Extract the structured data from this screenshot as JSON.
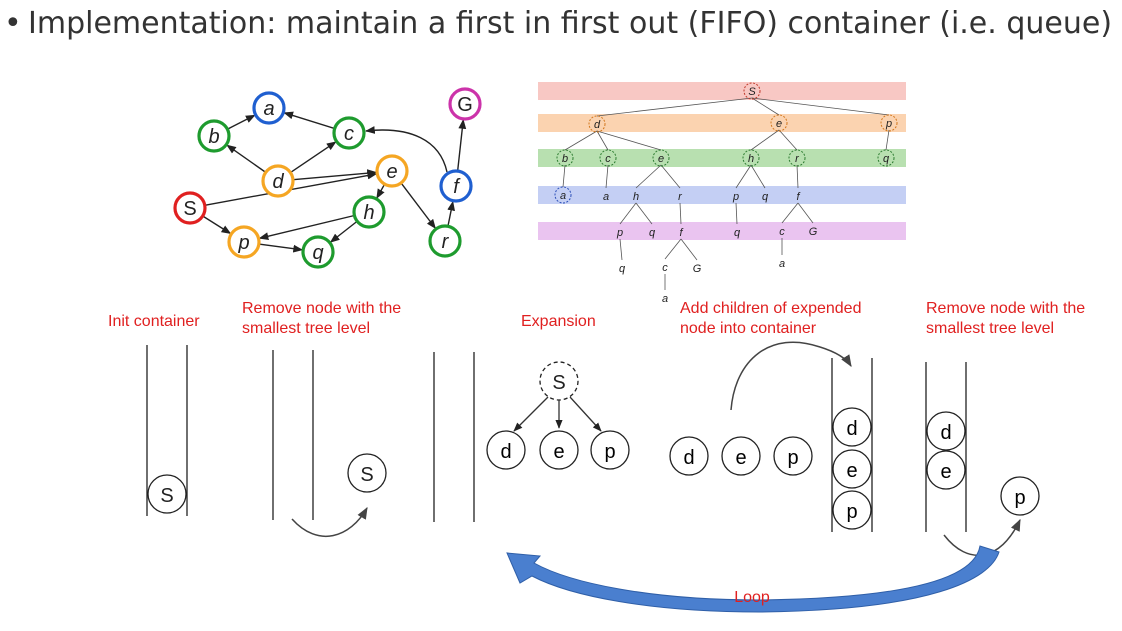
{
  "heading": {
    "bullet": "•",
    "text": "Implementation: maintain a first in first out (FIFO) container (i.e. queue)"
  },
  "colors": {
    "red": "#e02020",
    "orange": "#f5a623",
    "green": "#1e9b2e",
    "blue": "#1f5fd0",
    "magenta": "#cc33aa",
    "band_pink": "#f8c8c4",
    "band_orange": "#fbd3b0",
    "band_green": "#b8e0b0",
    "band_blue": "#c4cff4",
    "band_violet": "#eac4f0",
    "red_text": "#e02020",
    "loop_blue": "#4a7fcf"
  },
  "graph": {
    "nodes": [
      {
        "id": "S",
        "label": "S",
        "color": "red"
      },
      {
        "id": "a",
        "label": "a",
        "color": "blue"
      },
      {
        "id": "b",
        "label": "b",
        "color": "green"
      },
      {
        "id": "c",
        "label": "c",
        "color": "green"
      },
      {
        "id": "d",
        "label": "d",
        "color": "orange"
      },
      {
        "id": "e",
        "label": "e",
        "color": "orange"
      },
      {
        "id": "f",
        "label": "f",
        "color": "blue"
      },
      {
        "id": "G",
        "label": "G",
        "color": "magenta"
      },
      {
        "id": "h",
        "label": "h",
        "color": "green"
      },
      {
        "id": "p",
        "label": "p",
        "color": "orange"
      },
      {
        "id": "q",
        "label": "q",
        "color": "green"
      },
      {
        "id": "r",
        "label": "r",
        "color": "green"
      }
    ]
  },
  "tree": {
    "bands": [
      "band_pink",
      "band_orange",
      "band_green",
      "band_blue",
      "band_violet"
    ],
    "labels": [
      "S",
      "d",
      "e",
      "p",
      "b",
      "c",
      "e",
      "h",
      "r",
      "q",
      "a",
      "a",
      "h",
      "r",
      "p",
      "q",
      "f",
      "p",
      "q",
      "f",
      "q",
      "c",
      "G",
      "q",
      "c",
      "G",
      "a",
      "a"
    ]
  },
  "steps": {
    "init": {
      "caption": "Init container",
      "item": "S"
    },
    "remove1": {
      "caption": "Remove node with the smallest tree level",
      "item": "S"
    },
    "expansion": {
      "caption": "Expansion",
      "parent": "S",
      "children": [
        "d",
        "e",
        "p"
      ]
    },
    "add": {
      "caption": "Add children of expended node into container",
      "outside": [
        "d",
        "e",
        "p"
      ],
      "stack": [
        "d",
        "e",
        "p"
      ]
    },
    "remove2": {
      "caption": "Remove node with the smallest tree level",
      "stack": [
        "d",
        "e"
      ],
      "removed": "p"
    }
  },
  "loop": {
    "label": "Loop"
  }
}
